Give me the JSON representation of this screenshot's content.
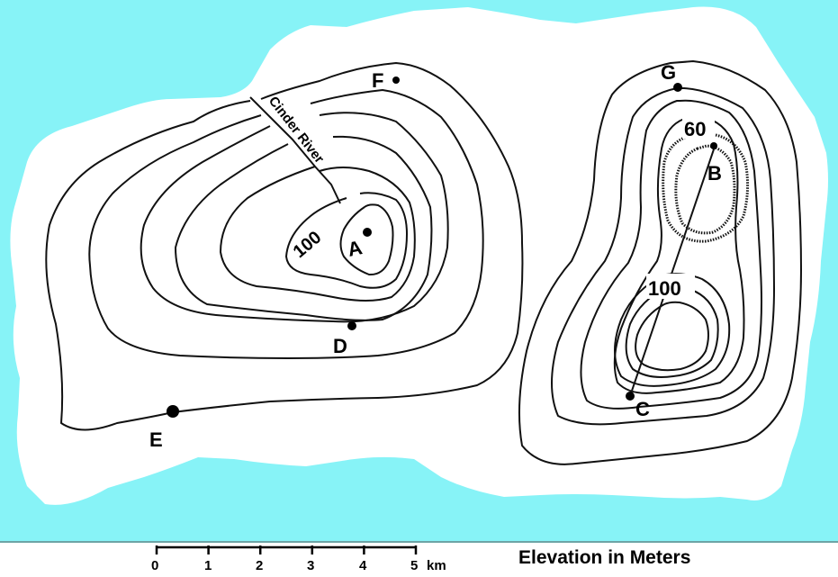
{
  "map": {
    "colors": {
      "water": "#87f3f7",
      "land": "#ffffff",
      "ink": "#111111"
    },
    "contour_labels": {
      "left_100": "100",
      "right_100": "100",
      "right_60": "60"
    },
    "river_label": "Cinder River",
    "points": {
      "a": "A",
      "b": "B",
      "c": "C",
      "d": "D",
      "e": "E",
      "f": "F",
      "g": "G"
    }
  },
  "scale": {
    "ticks": [
      "0",
      "1",
      "2",
      "3",
      "4",
      "5"
    ],
    "unit": "km"
  },
  "legend": {
    "text": "Elevation in Meters"
  }
}
